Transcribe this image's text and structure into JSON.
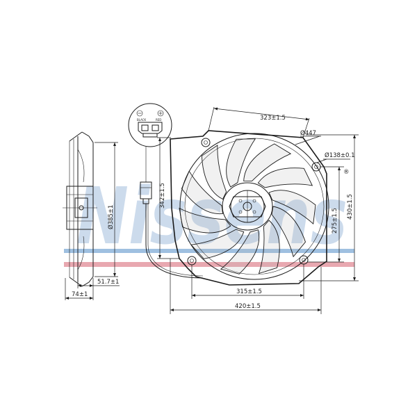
{
  "brand": {
    "watermark": "Nissens",
    "registered_mark": "®",
    "stripe_blue": "#9fc0e0",
    "stripe_red": "#e8a8b0",
    "watermark_color": "#8fb0d6"
  },
  "connector": {
    "pin_left": "BLACK",
    "pin_right": "RED"
  },
  "dimensions": {
    "top_width": "323±1.5",
    "outer_dia": "Ø447",
    "hub_dia": "Ø138±0.1",
    "left_height": "342±1.5",
    "mount_height": "275±1.5",
    "total_height": "430±1.5",
    "mount_width": "315±1.5",
    "total_width": "420±1.5",
    "fan_dia": "Ø385±1",
    "depth_inner": "51.7±1",
    "depth_outer": "74±1"
  }
}
